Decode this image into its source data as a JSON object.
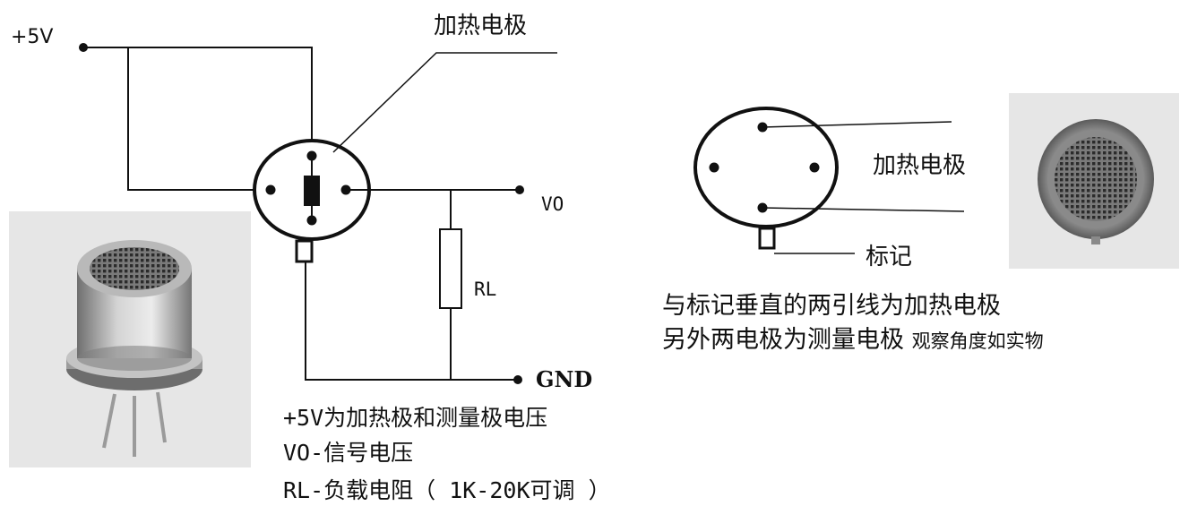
{
  "circuit": {
    "supply_label": "+5V",
    "heater_label": "加热电极",
    "output_label": "VO",
    "load_label": "RL",
    "ground_label": "GND",
    "notes": [
      "+5V为加热极和测量极电压",
      "VO-信号电压",
      "RL-负载电阻（ 1K-20K可调 ）"
    ]
  },
  "pinout": {
    "heater_label": "加热电极",
    "mark_label": "标记",
    "note_line1": "与标记垂直的两引线为加热电极",
    "note_line2": "另外两电极为测量电极",
    "note_suffix": "观察角度如实物"
  },
  "colors": {
    "line": "#111111",
    "photo_background": "#e6e6e6",
    "metal": "#a9a9a9"
  }
}
